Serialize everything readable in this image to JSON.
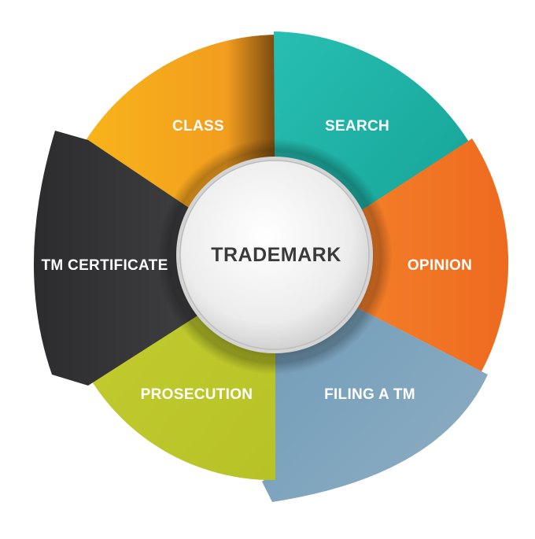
{
  "center": {
    "label": "TRADEMARK"
  },
  "segments": [
    {
      "id": "search",
      "label": "SEARCH",
      "color": "#1fb3a6"
    },
    {
      "id": "opinion",
      "label": "OPINION",
      "color": "#f07a2a"
    },
    {
      "id": "filing",
      "label": "FILING A TM",
      "color": "#7aa3bd"
    },
    {
      "id": "prosecution",
      "label": "PROSECUTION",
      "color": "#bfca2c"
    },
    {
      "id": "certificate",
      "label": "TM CERTIFICATE",
      "color": "#3b3b3d"
    },
    {
      "id": "class",
      "label": "CLASS",
      "color": "#f6a81c"
    }
  ]
}
